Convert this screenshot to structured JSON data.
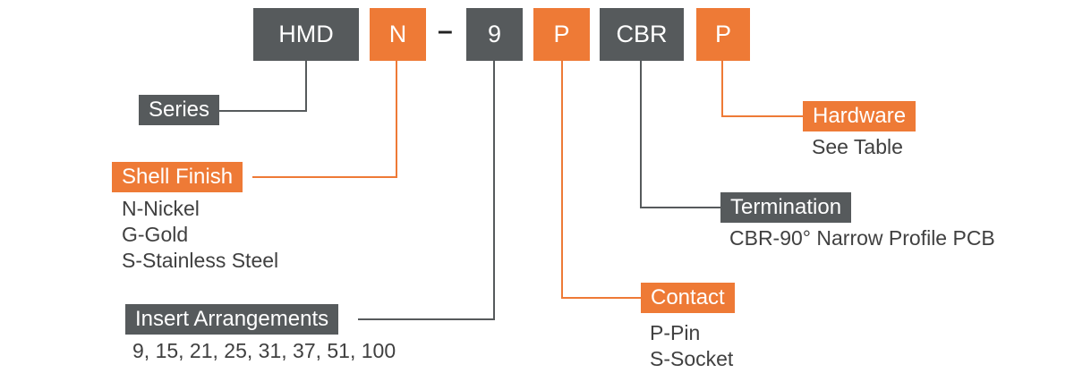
{
  "part_number": {
    "series": "HMD",
    "shell_finish": "N",
    "separator": "–",
    "insert": "9",
    "contact": "P",
    "termination": "CBR",
    "hardware": "P"
  },
  "series": {
    "label": "Series"
  },
  "shell_finish": {
    "label": "Shell Finish",
    "options": [
      "N-Nickel",
      "G-Gold",
      "S-Stainless Steel"
    ]
  },
  "insert_arrangements": {
    "label": "Insert Arrangements",
    "values": "9, 15, 21, 25, 31, 37, 51, 100"
  },
  "contact": {
    "label": "Contact",
    "options": [
      "P-Pin",
      "S-Socket"
    ]
  },
  "termination": {
    "label": "Termination",
    "options": [
      "CBR-90° Narrow Profile PCB"
    ]
  },
  "hardware": {
    "label": "Hardware",
    "options": [
      "See Table"
    ]
  },
  "colors": {
    "dark": "#565a5c",
    "orange": "#ee7a36"
  }
}
